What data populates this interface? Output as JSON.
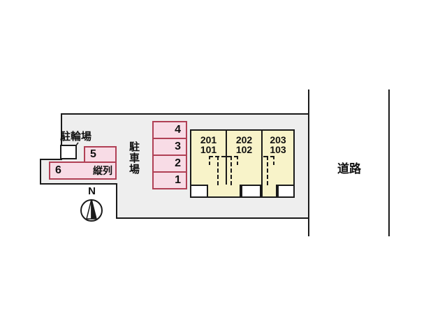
{
  "labels": {
    "bicycle_parking": "駐輪場",
    "parking_lot": "駐車場",
    "tandem": "縦列",
    "road": "道路",
    "north": "N"
  },
  "parking": {
    "column_spaces": [
      "4",
      "3",
      "2",
      "1"
    ],
    "space5": "5",
    "space6": "6"
  },
  "building": {
    "units": [
      {
        "upper": "201",
        "lower": "101"
      },
      {
        "upper": "202",
        "lower": "102"
      },
      {
        "upper": "203",
        "lower": "103"
      }
    ]
  },
  "colors": {
    "site_fill": "#eeeeee",
    "space_fill": "#f8dce6",
    "space_border": "#b04055",
    "building_fill": "#f8f3c9",
    "line": "#1a1a1a",
    "background": "#ffffff"
  }
}
